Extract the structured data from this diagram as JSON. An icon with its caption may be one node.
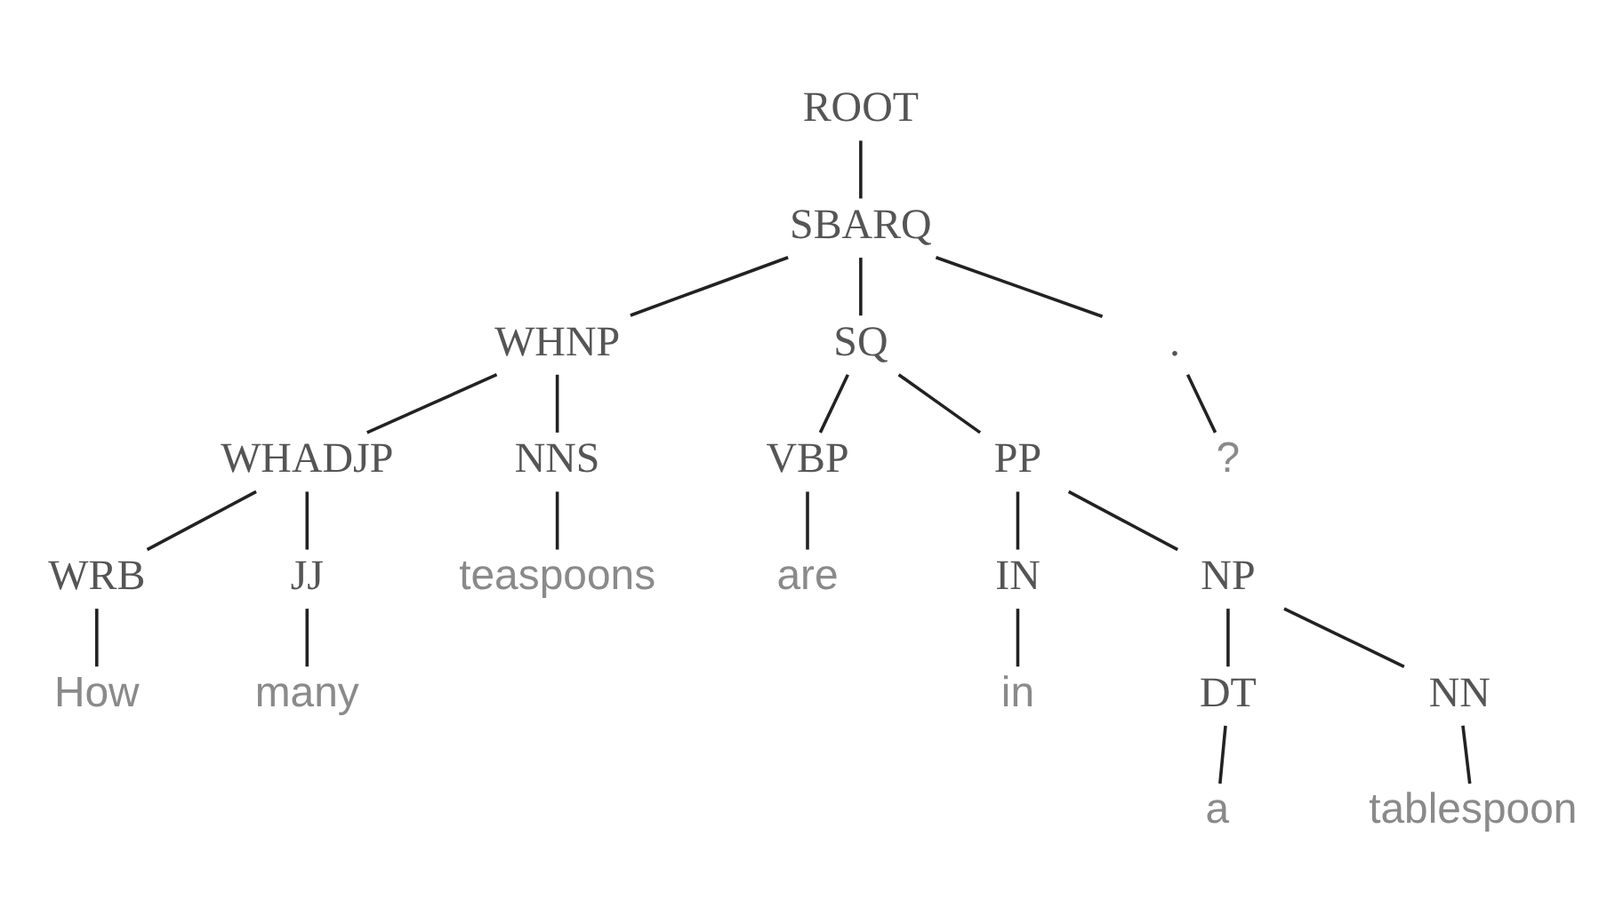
{
  "diagram": {
    "nodes": [
      {
        "text": [
          "ROOT"
        ]
      },
      {
        "text": [
          "SBARQ"
        ]
      },
      {
        "text": [
          "WHNP"
        ]
      },
      {
        "text": [
          "SQ"
        ]
      },
      {
        "text": [
          "."
        ]
      },
      {
        "text": [
          "WHADJP"
        ]
      },
      {
        "text": [
          "NNS"
        ]
      },
      {
        "text": [
          "VBP"
        ]
      },
      {
        "text": [
          "PP"
        ]
      },
      {
        "text": [
          "?"
        ]
      },
      {
        "text": [
          "WRB"
        ]
      },
      {
        "text": [
          "JJ"
        ]
      },
      {
        "text": [
          "teaspoons"
        ]
      },
      {
        "text": [
          "are"
        ]
      },
      {
        "text": [
          "IN"
        ]
      },
      {
        "text": [
          "NP"
        ]
      },
      {
        "text": [
          "How"
        ]
      },
      {
        "text": [
          "many"
        ]
      },
      {
        "text": [
          "in"
        ]
      },
      {
        "text": [
          "DT"
        ]
      },
      {
        "text": [
          "NN"
        ]
      },
      {
        "text": [
          "a"
        ]
      },
      {
        "text": [
          "tablespoon"
        ]
      }
    ],
    "edges": [
      {
        "from": 0,
        "to": 1,
        "arrow": "none"
      },
      {
        "from": 1,
        "to": 2,
        "arrow": "none"
      },
      {
        "from": 1,
        "to": 3,
        "arrow": "none"
      },
      {
        "from": 1,
        "to": 4,
        "arrow": "none"
      },
      {
        "from": 2,
        "to": 5,
        "arrow": "none"
      },
      {
        "from": 2,
        "to": 6,
        "arrow": "none"
      },
      {
        "from": 3,
        "to": 7,
        "arrow": "none"
      },
      {
        "from": 3,
        "to": 8,
        "arrow": "none"
      },
      {
        "from": 4,
        "to": 9,
        "arrow": "none"
      },
      {
        "from": 5,
        "to": 10,
        "arrow": "none"
      },
      {
        "from": 5,
        "to": 11,
        "arrow": "none"
      },
      {
        "from": 6,
        "to": 12,
        "arrow": "none"
      },
      {
        "from": 7,
        "to": 13,
        "arrow": "none"
      },
      {
        "from": 8,
        "to": 14,
        "arrow": "none"
      },
      {
        "from": 8,
        "to": 15,
        "arrow": "none"
      },
      {
        "from": 10,
        "to": 16,
        "arrow": "none"
      },
      {
        "from": 11,
        "to": 17,
        "arrow": "none"
      },
      {
        "from": 14,
        "to": 18,
        "arrow": "none"
      },
      {
        "from": 15,
        "to": 19,
        "arrow": "none"
      },
      {
        "from": 15,
        "to": 20,
        "arrow": "none"
      },
      {
        "from": 19,
        "to": 21,
        "arrow": "none"
      },
      {
        "from": 20,
        "to": 22,
        "arrow": "none"
      }
    ]
  }
}
